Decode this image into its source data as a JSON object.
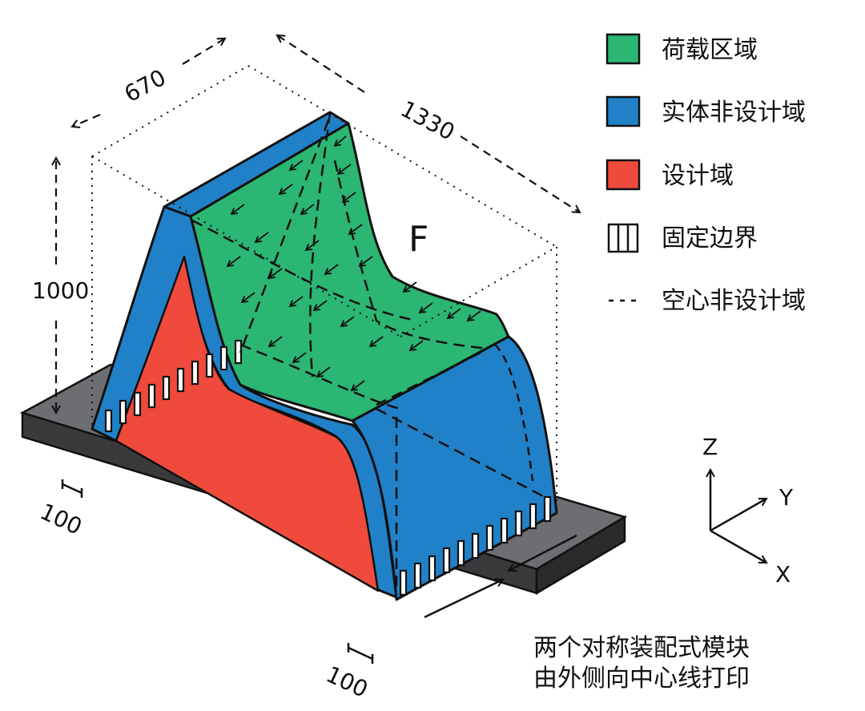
{
  "legend": {
    "items": [
      {
        "label": "荷载区域",
        "color": "#2BB673",
        "kind": "swatch"
      },
      {
        "label": "实体非设计域",
        "color": "#2181C8",
        "kind": "swatch"
      },
      {
        "label": "设计域",
        "color": "#EF4A3C",
        "kind": "swatch"
      },
      {
        "label": "固定边界",
        "color": "#ffffff",
        "kind": "hatch"
      },
      {
        "label": "空心非设计域",
        "color": "#111111",
        "kind": "dashed"
      }
    ]
  },
  "dimensions": {
    "width": "670",
    "length": "1330",
    "height": "1000",
    "base_margin_left": "100",
    "base_margin_bottom": "100"
  },
  "force_label": "F",
  "axes": {
    "z": "Z",
    "y": "Y",
    "x": "X"
  },
  "note": {
    "line1": "两个对称装配式模块",
    "line2": "由外侧向中心线打印"
  },
  "colors": {
    "load": "#2BB673",
    "solid": "#2181C8",
    "solid_dark": "#1B6FB8",
    "design": "#EF4A3C",
    "base_top": "#6D6E71",
    "base_side": "#3A3A3C"
  }
}
